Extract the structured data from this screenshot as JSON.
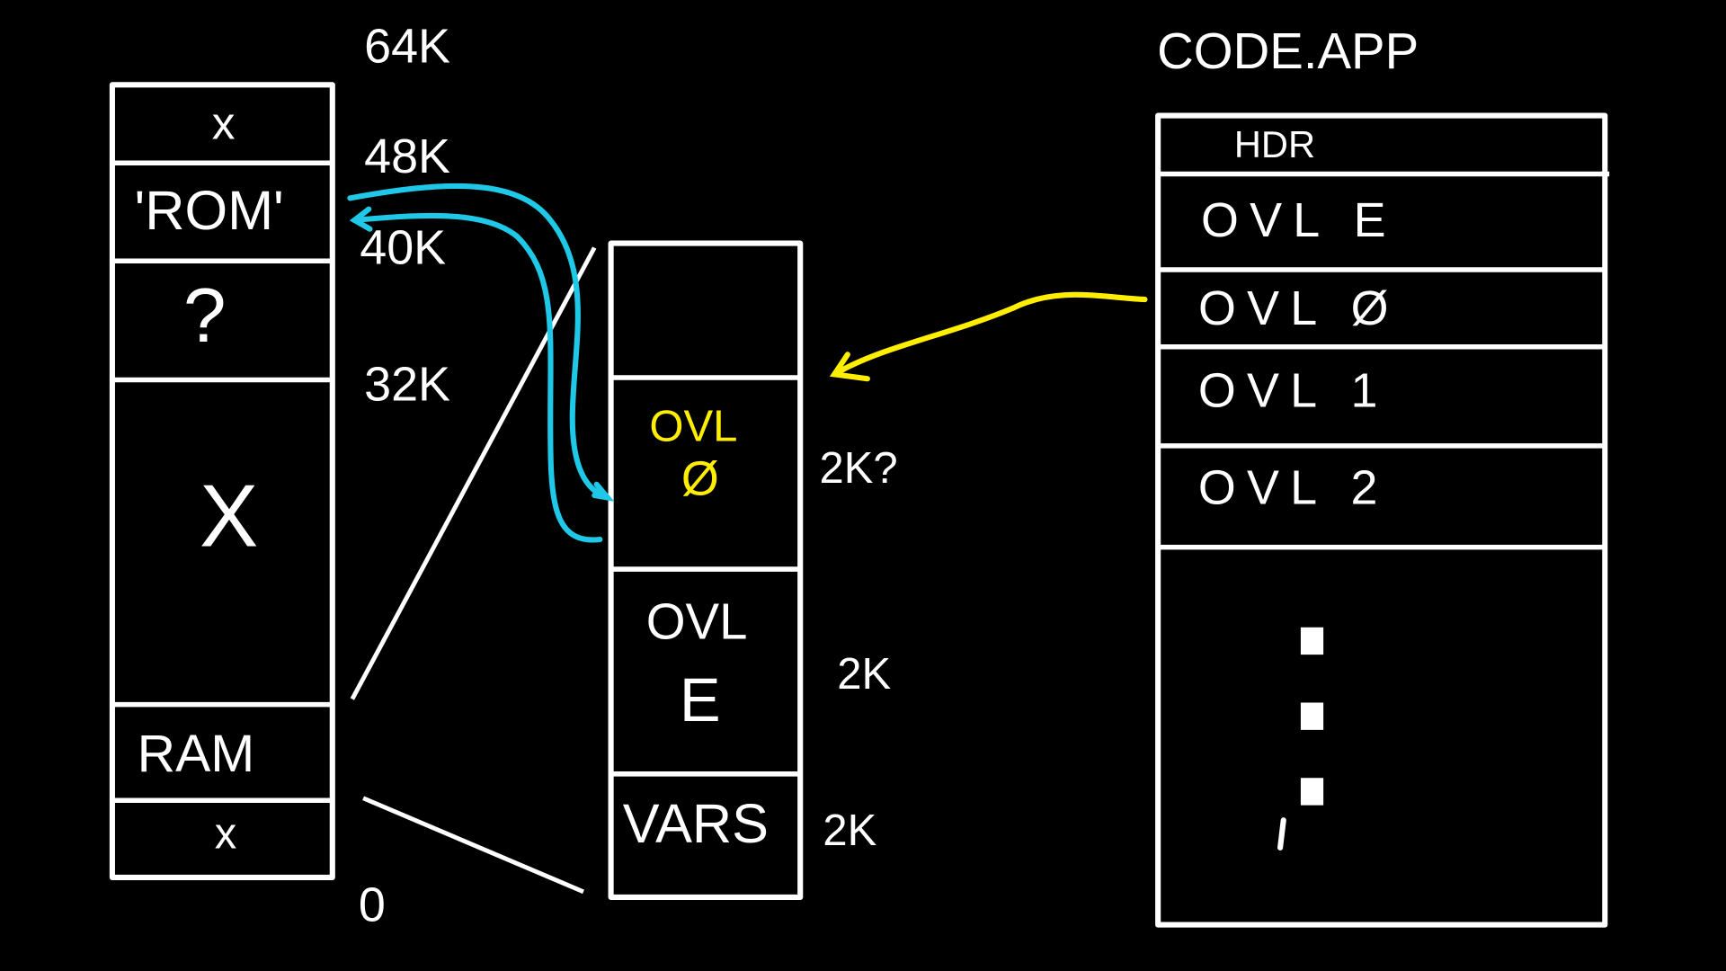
{
  "colors": {
    "background": "#000000",
    "ink": "#ffffff",
    "highlight": "#ffee00",
    "arrow_cyan": "#1ec8e6",
    "arrow_yellow": "#ffee00"
  },
  "memory_map": {
    "address_labels": [
      "64K",
      "48K",
      "40K",
      "32K",
      "0"
    ],
    "regions": [
      "x",
      "'ROM'",
      "?",
      "X",
      "RAM",
      "x"
    ]
  },
  "overlay_area": {
    "regions": [
      {
        "label": "",
        "size": ""
      },
      {
        "label": "OVL",
        "label2": "Ø",
        "size": "2K?"
      },
      {
        "label": "OVL",
        "label2": "E",
        "size": "2K"
      },
      {
        "label": "VARS",
        "size": "2K"
      }
    ]
  },
  "file": {
    "title": "CODE.APP",
    "sections": [
      "HDR",
      "OVL E",
      "OVL Ø",
      "OVL 1",
      "OVL 2"
    ],
    "continuation": [
      "⋮"
    ]
  }
}
